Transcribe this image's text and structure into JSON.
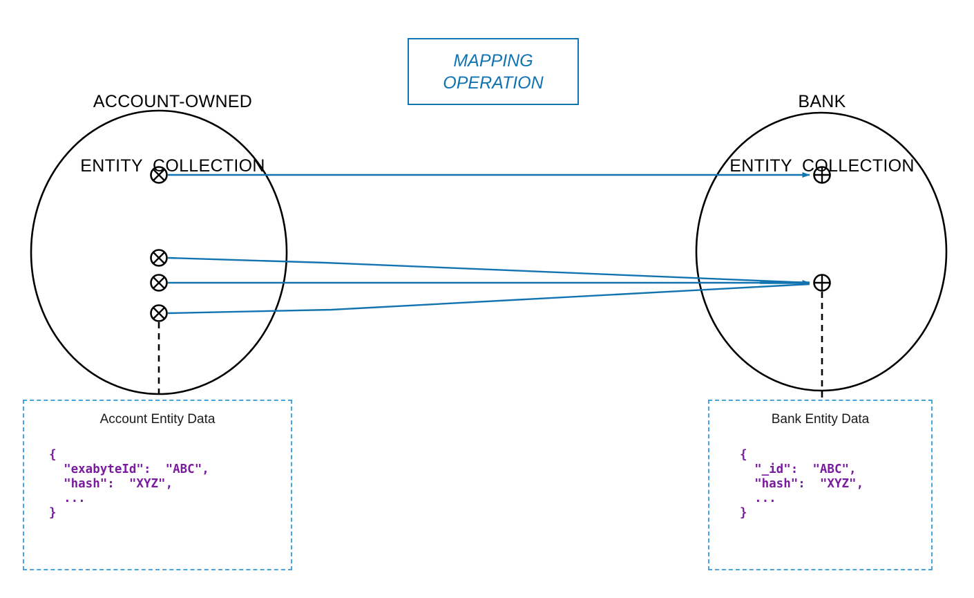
{
  "diagram": {
    "type": "entity-mapping-diagram",
    "colors": {
      "accent_blue": "#1273B1",
      "dashed_blue": "#47A3DC",
      "json_purple": "#7A1A9E",
      "outline_black": "#000000",
      "background": "#ffffff"
    },
    "left_collection": {
      "title_line1": "ACCOUNT-OWNED",
      "title_line2": "ENTITY  COLLECTION",
      "node_glyph": "circled-times",
      "node_count": 4
    },
    "right_collection": {
      "title_line1": "BANK",
      "title_line2": "ENTITY  COLLECTION",
      "node_glyph": "circled-plus",
      "node_count": 2
    },
    "mapping_operation": {
      "line1": "MAPPING",
      "line2": "OPERATION"
    },
    "mappings": [
      {
        "from": "account-node-1",
        "to": "bank-node-1",
        "kind": "one-to-one"
      },
      {
        "from": "account-node-2",
        "to": "bank-node-2",
        "kind": "many-to-one"
      },
      {
        "from": "account-node-3",
        "to": "bank-node-2",
        "kind": "many-to-one"
      },
      {
        "from": "account-node-4",
        "to": "bank-node-2",
        "kind": "many-to-one"
      }
    ],
    "left_panel": {
      "title": "Account Entity Data",
      "json": "{\n  \"exabyteId\":  \"ABC\",\n  \"hash\":  \"XYZ\",\n  ...\n}"
    },
    "right_panel": {
      "title": "Bank Entity Data",
      "json": "{\n  \"_id\":  \"ABC\",\n  \"hash\":  \"XYZ\",\n  ...\n}"
    }
  }
}
